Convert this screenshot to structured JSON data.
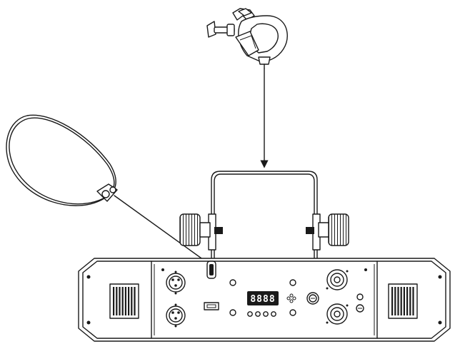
{
  "diagram": {
    "components": [
      "mounting-clamp",
      "safety-cable",
      "mounting-bracket",
      "bracket-knob-left",
      "bracket-knob-right",
      "fixture-body",
      "vent-left",
      "vent-right",
      "dmx-in-connector",
      "dmx-out-connector",
      "usb-port",
      "led-display",
      "menu-buttons",
      "microphone",
      "fuse-holder",
      "power-in-connector",
      "power-out-connector"
    ],
    "display_text": "8888",
    "colors": {
      "line": "#1a1a1a",
      "fill": "#ffffff"
    }
  }
}
